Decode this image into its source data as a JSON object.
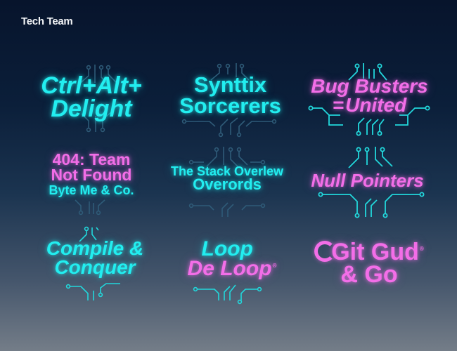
{
  "brand": {
    "name": "Tech Team"
  },
  "colors": {
    "cyan": "#22eef0",
    "pink": "#f36ee8",
    "trace_dim": "#2f5b78",
    "trace_cyan": "#22d8dc"
  },
  "logos": [
    {
      "lines": [
        "Ctrl+Alt+",
        "Delight"
      ],
      "color": "cyan"
    },
    {
      "lines": [
        "Synttix",
        "Sorcerers"
      ],
      "color": "cyan"
    },
    {
      "lines": [
        "Bug Busters",
        "United"
      ],
      "prefix": "=",
      "color": "pink"
    },
    {
      "lines": [
        "404: Team",
        "Not Found"
      ],
      "sub": "Byte Me & Co.",
      "color": "pink",
      "sub_color": "cyan"
    },
    {
      "lines": [
        "The Stack Overlew",
        "Overords"
      ],
      "color": "cyan"
    },
    {
      "lines": [
        "Null Pointers"
      ],
      "color": "pink"
    },
    {
      "lines": [
        "Compile &",
        "Conquer"
      ],
      "color": "cyan"
    },
    {
      "lines": [
        "Loop",
        "De Loop"
      ],
      "color": "cyan",
      "line2_color": "pink",
      "mark": "®"
    },
    {
      "lines": [
        "Git Gud",
        "& Go"
      ],
      "color": "pink",
      "mark": "®"
    }
  ]
}
